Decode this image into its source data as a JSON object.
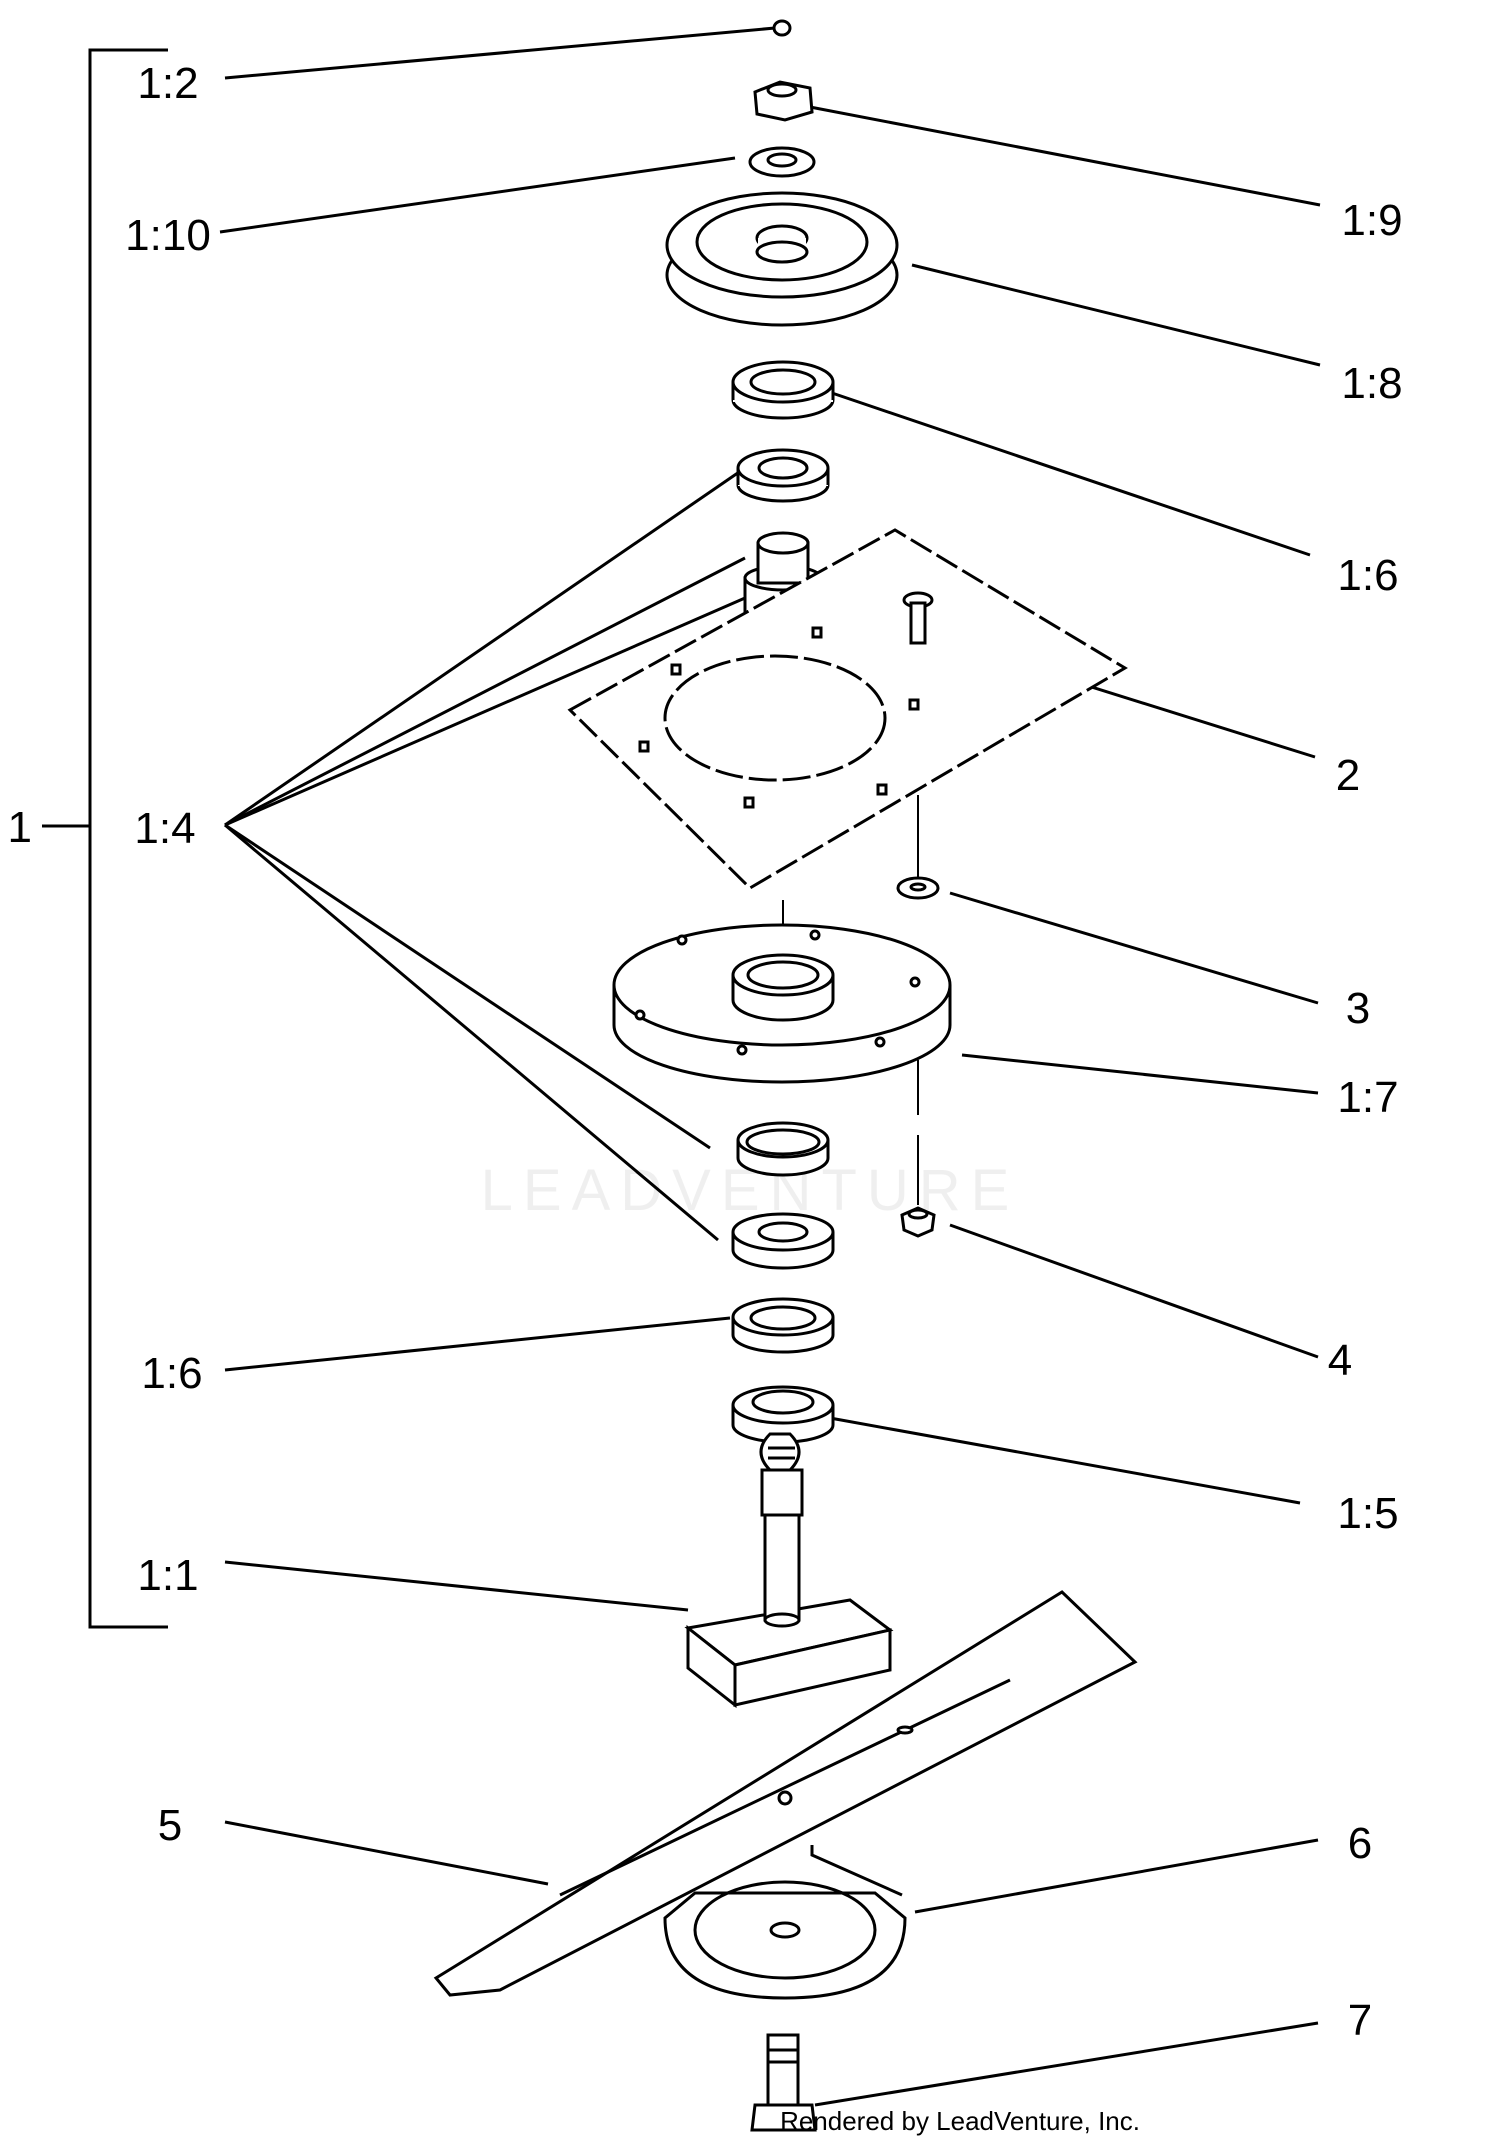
{
  "diagram": {
    "callouts": [
      {
        "id": "c-1",
        "text": "1"
      },
      {
        "id": "c-1-2",
        "text": "1:2"
      },
      {
        "id": "c-1-10",
        "text": "1:10"
      },
      {
        "id": "c-1-9",
        "text": "1:9"
      },
      {
        "id": "c-1-8",
        "text": "1:8"
      },
      {
        "id": "c-1-6a",
        "text": "1:6"
      },
      {
        "id": "c-2",
        "text": "2"
      },
      {
        "id": "c-1-4",
        "text": "1:4"
      },
      {
        "id": "c-3",
        "text": "3"
      },
      {
        "id": "c-1-7",
        "text": "1:7"
      },
      {
        "id": "c-4",
        "text": "4"
      },
      {
        "id": "c-1-6b",
        "text": "1:6"
      },
      {
        "id": "c-1-5",
        "text": "1:5"
      },
      {
        "id": "c-1-1",
        "text": "1:1"
      },
      {
        "id": "c-5",
        "text": "5"
      },
      {
        "id": "c-6",
        "text": "6"
      },
      {
        "id": "c-7",
        "text": "7"
      }
    ],
    "watermark": "LEADVENTURE",
    "credit": "Rendered by LeadVenture, Inc."
  }
}
